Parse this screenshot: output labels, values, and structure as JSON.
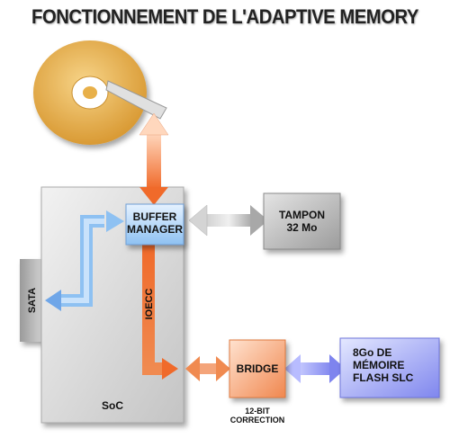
{
  "title": "FONCTIONNEMENT DE L'ADAPTIVE MEMORY",
  "blocks": {
    "buffer_manager": {
      "line1": "BUFFER",
      "line2": "MANAGER"
    },
    "tampon": {
      "line1": "TAMPON",
      "line2": "32 Mo"
    },
    "bridge": {
      "label": "BRIDGE",
      "caption_line1": "12-BIT",
      "caption_line2": "CORRECTION"
    },
    "flash": {
      "line1": "8Go DE",
      "line2": "MÉMOIRE",
      "line3": "FLASH SLC"
    },
    "soc": {
      "label": "SoC"
    },
    "sata": {
      "label": "SATA"
    },
    "ioecc": {
      "label": "IOECC"
    }
  },
  "colors": {
    "orange": "#f07a40",
    "blue": "#7fb4f0",
    "purple": "#8c8cf0",
    "grey": "#b0b0b0",
    "disk": "#e8b04a"
  }
}
